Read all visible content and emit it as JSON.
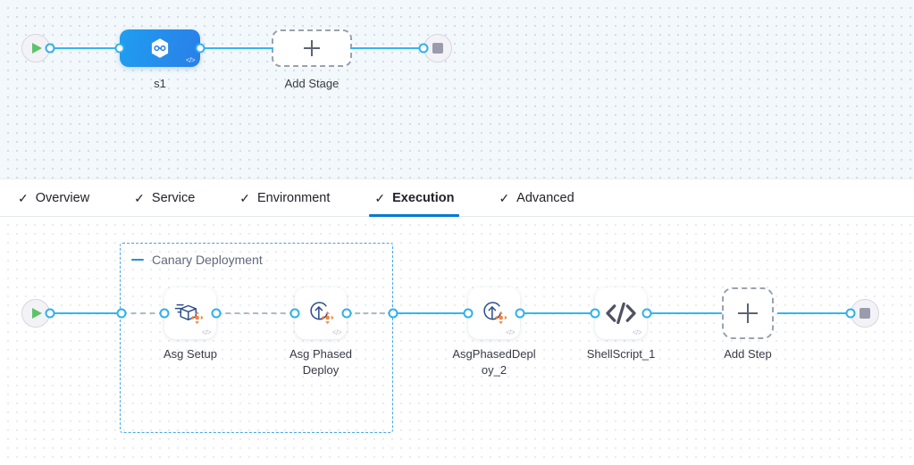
{
  "stage_canvas": {
    "start_node": {
      "name": "start",
      "icon": "play-icon"
    },
    "stage": {
      "label": "s1",
      "icon": "harness-hexagon-icon",
      "corner_icon": "code-icon"
    },
    "add_stage": {
      "label": "Add Stage",
      "icon": "plus-icon"
    },
    "end_node": {
      "name": "end",
      "icon": "stop-icon"
    }
  },
  "tabs": [
    {
      "label": "Overview",
      "check": "✓",
      "active": false
    },
    {
      "label": "Service",
      "check": "✓",
      "active": false
    },
    {
      "label": "Environment",
      "check": "✓",
      "active": false
    },
    {
      "label": "Execution",
      "check": "✓",
      "active": true
    },
    {
      "label": "Advanced",
      "check": "✓",
      "active": false
    }
  ],
  "execution": {
    "group": {
      "title": "Canary Deployment",
      "collapse_icon": "minus-icon"
    },
    "steps": [
      {
        "label": "Asg Setup",
        "icon": "asg-setup-icon",
        "corner_icon": "code-icon"
      },
      {
        "label": "Asg Phased Deploy",
        "icon": "asg-phased-deploy-icon",
        "corner_icon": "code-icon"
      },
      {
        "label": "AsgPhasedDeploy_2",
        "icon": "asg-phased-deploy-icon",
        "corner_icon": "code-icon"
      },
      {
        "label": "ShellScript_1",
        "icon": "code-brackets-icon",
        "corner_icon": "code-icon"
      }
    ],
    "add_step": {
      "label": "Add Step",
      "icon": "plus-icon"
    },
    "start_node": {
      "name": "start",
      "icon": "play-icon"
    },
    "end_node": {
      "name": "end",
      "icon": "stop-icon"
    }
  },
  "colors": {
    "link": "#36b4ef",
    "port": "#30b0ea",
    "stage_gradient_from": "#1f9ef0",
    "stage_gradient_to": "#2a7fe8",
    "active_tab_underline": "#0278d4",
    "group_border": "#45a8e8",
    "accent_orange": "#f78436",
    "icon_blue": "#2c4d8e",
    "start_play": "#5fc26a",
    "end_stop": "#9b9bae",
    "label_text": "#383946"
  },
  "corner_code_glyph": "</>"
}
